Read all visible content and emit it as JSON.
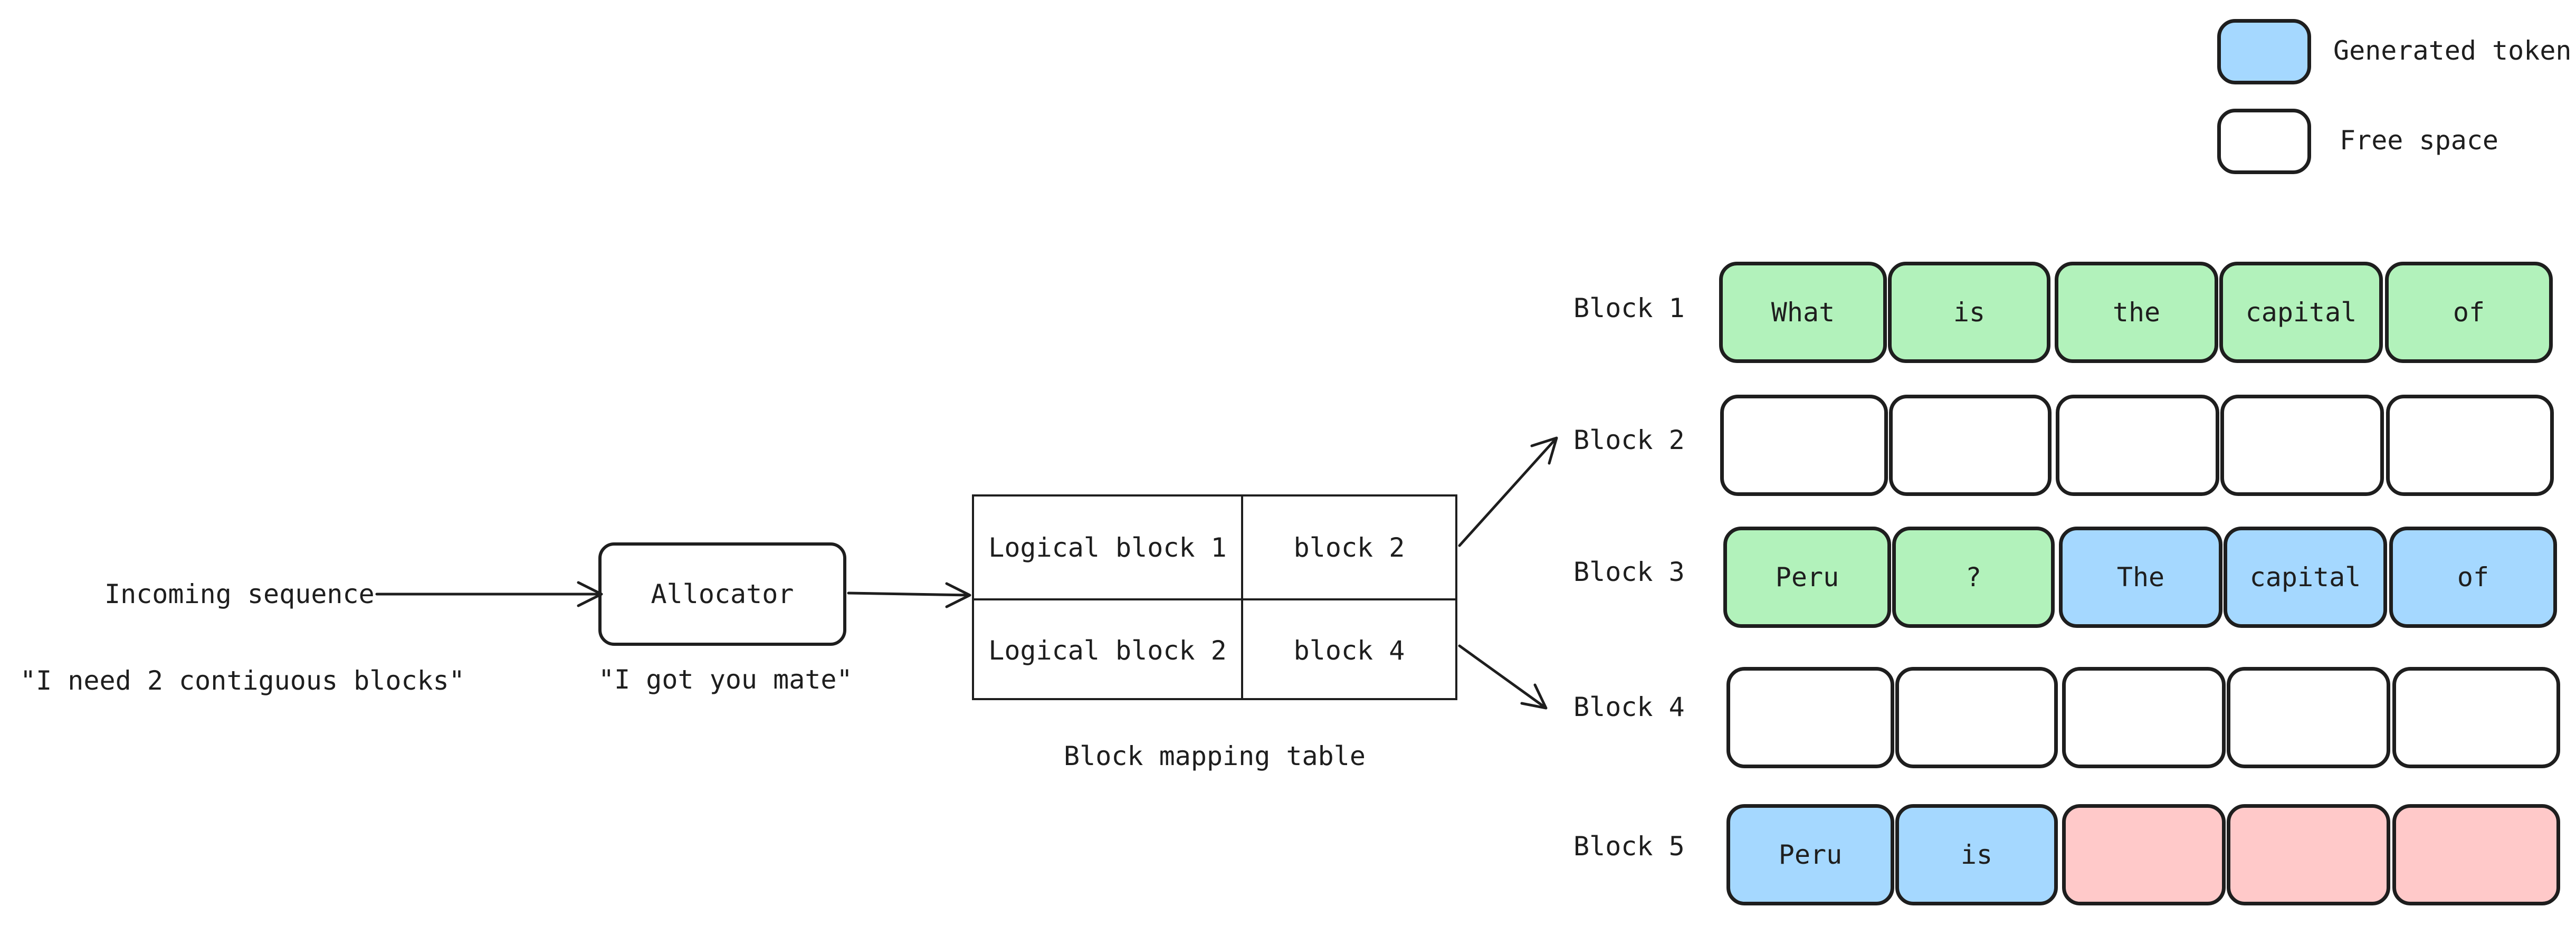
{
  "legend": {
    "generated_label": "Generated token",
    "free_label": "Free space",
    "generated_color": "#a5d8ff",
    "free_color": "#ffffff"
  },
  "incoming": {
    "label": "Incoming sequence",
    "quote": "\"I need 2 contiguous blocks\""
  },
  "allocator": {
    "label": "Allocator",
    "quote": "\"I got you mate\""
  },
  "mapping_table": {
    "caption": "Block mapping table",
    "rows": [
      {
        "logical": "Logical block 1",
        "physical": "block 2"
      },
      {
        "logical": "Logical block 2",
        "physical": "block 4"
      }
    ]
  },
  "blocks": [
    {
      "label": "Block 1",
      "cells": [
        {
          "text": "What",
          "kind": "green"
        },
        {
          "text": "is",
          "kind": "green"
        },
        {
          "text": "the",
          "kind": "green"
        },
        {
          "text": "capital",
          "kind": "green"
        },
        {
          "text": "of",
          "kind": "green"
        }
      ]
    },
    {
      "label": "Block 2",
      "cells": [
        {
          "text": "",
          "kind": "white"
        },
        {
          "text": "",
          "kind": "white"
        },
        {
          "text": "",
          "kind": "white"
        },
        {
          "text": "",
          "kind": "white"
        },
        {
          "text": "",
          "kind": "white"
        }
      ]
    },
    {
      "label": "Block 3",
      "cells": [
        {
          "text": "Peru",
          "kind": "green"
        },
        {
          "text": "?",
          "kind": "green"
        },
        {
          "text": "The",
          "kind": "blue"
        },
        {
          "text": "capital",
          "kind": "blue"
        },
        {
          "text": "of",
          "kind": "blue"
        }
      ]
    },
    {
      "label": "Block 4",
      "cells": [
        {
          "text": "",
          "kind": "white"
        },
        {
          "text": "",
          "kind": "white"
        },
        {
          "text": "",
          "kind": "white"
        },
        {
          "text": "",
          "kind": "white"
        },
        {
          "text": "",
          "kind": "white"
        }
      ]
    },
    {
      "label": "Block 5",
      "cells": [
        {
          "text": "Peru",
          "kind": "blue"
        },
        {
          "text": "is",
          "kind": "blue"
        },
        {
          "text": "",
          "kind": "red"
        },
        {
          "text": "",
          "kind": "red"
        },
        {
          "text": "",
          "kind": "red"
        }
      ]
    }
  ],
  "colors": {
    "green": "#b2f2bb",
    "blue": "#a5d8ff",
    "red": "#ffc9c9",
    "stroke": "#1e1e1e"
  }
}
